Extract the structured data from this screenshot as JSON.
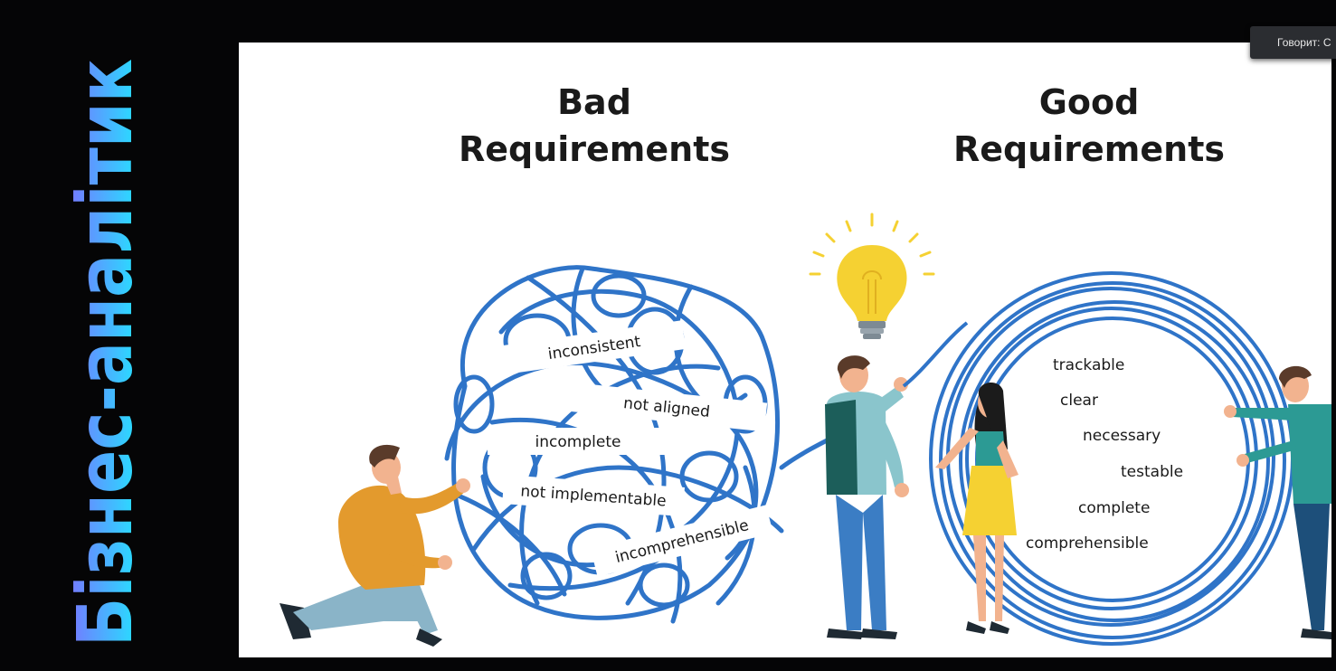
{
  "side_title": "Бізнес-аналітик",
  "speaker_tooltip": "Говорит: С",
  "slide": {
    "bad_heading_line1": "Bad",
    "bad_heading_line2": "Requirements",
    "good_heading_line1": "Good",
    "good_heading_line2": "Requirements",
    "bad_labels": [
      "inconsistent",
      "not aligned",
      "incomplete",
      "not implementable",
      "incomprehensible"
    ],
    "good_labels": [
      "trackable",
      "clear",
      "necessary",
      "testable",
      "complete",
      "comprehensible"
    ]
  },
  "colors": {
    "title_gradient_start": "#7f6bff",
    "title_gradient_end": "#19f1ff",
    "thread_blue": "#2f74c8",
    "bulb_yellow": "#f5d132",
    "background": "#050506"
  }
}
